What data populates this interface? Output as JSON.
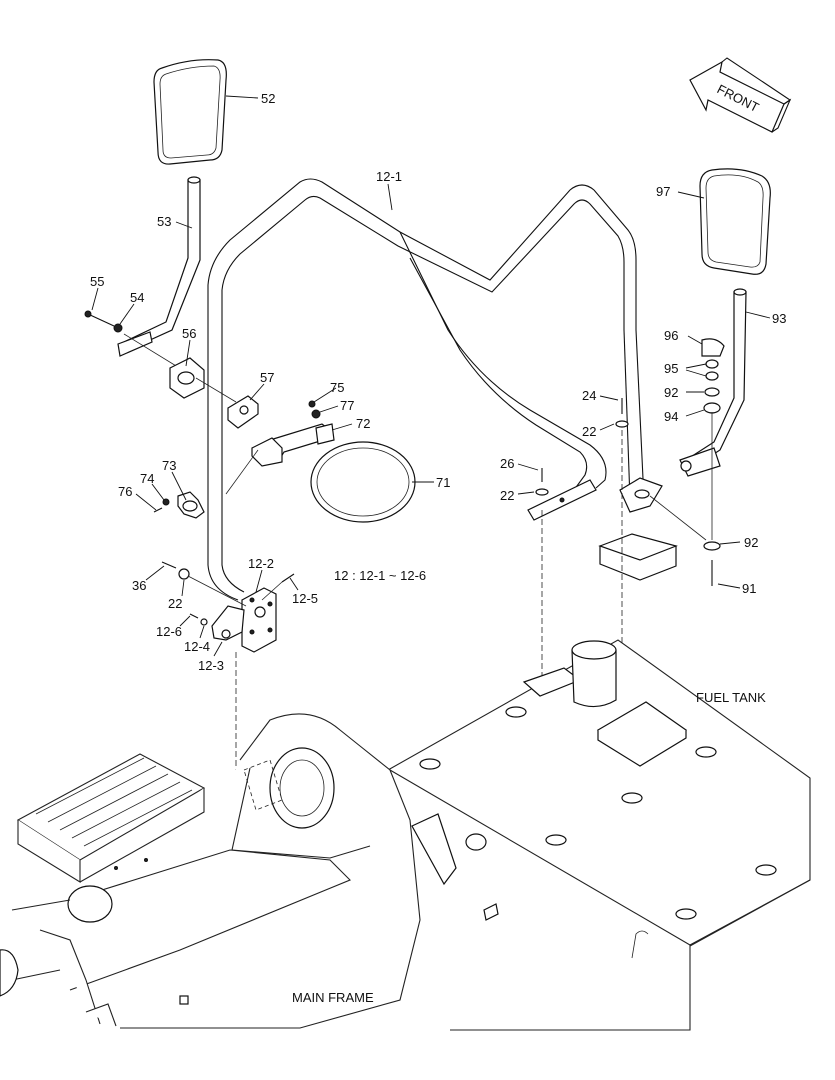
{
  "labels": {
    "p52": "52",
    "p53": "53",
    "p55": "55",
    "p54": "54",
    "p56": "56",
    "p57": "57",
    "p75": "75",
    "p77": "77",
    "p72": "72",
    "p73": "73",
    "p74": "74",
    "p76": "76",
    "p71": "71",
    "p12_1": "12-1",
    "p12_2": "12-2",
    "p12_5": "12-5",
    "p36": "36",
    "p22a": "22",
    "p12_6": "12-6",
    "p12_4": "12-4",
    "p12_3": "12-3",
    "p24": "24",
    "p22b": "22",
    "p26": "26",
    "p22c": "22",
    "p97": "97",
    "p93": "93",
    "p96": "96",
    "p95": "95",
    "p92a": "92",
    "p94": "94",
    "p92b": "92",
    "p91": "91"
  },
  "captions": {
    "assembly_note": "12 : 12-1 ~ 12-6",
    "front": "FRONT",
    "fuel_tank": "FUEL TANK",
    "main_frame": "MAIN FRAME"
  }
}
